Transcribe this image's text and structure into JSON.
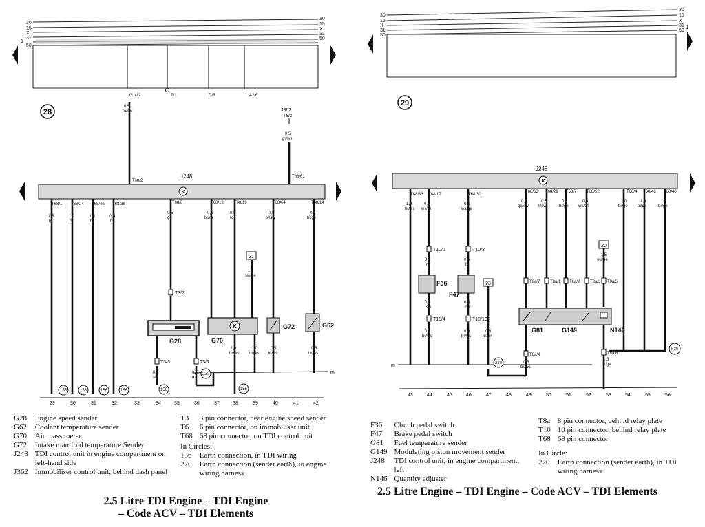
{
  "left": {
    "diagram_no": "28",
    "bus_labels_left": [
      "30",
      "15",
      "X",
      "31",
      "1",
      "50"
    ],
    "bus_labels_right": [
      "30",
      "15",
      "X",
      "31",
      "50"
    ],
    "top_connectors": [
      "G1/12",
      "T/1",
      "D/5",
      "A2/6"
    ],
    "feed_wire": {
      "size": "0,5",
      "color": "ro/sw",
      "pin": "T68/2"
    },
    "immobiliser": {
      "code": "J362",
      "pin": "T6/2",
      "size": "0,5",
      "color": "gr/ws",
      "pin_bottom": "T68/61"
    },
    "unit_code": "J248",
    "unit_symbol": "K",
    "pins": [
      "T68/1",
      "T68/24",
      "T68/46",
      "T68/38",
      "T68/8",
      "T68/13",
      "T68/19",
      "T68/64",
      "T68/14"
    ],
    "wire_sizes": [
      "1,5",
      "1,0",
      "1,0",
      "0,5",
      "0,5",
      "0,5",
      "0,5",
      "0,5",
      "0,5"
    ],
    "wire_colors": [
      "br",
      "br",
      "br",
      "br",
      "gn",
      "br/ro",
      "ro",
      "bl/sw",
      "bl/ge"
    ],
    "component_g28": "G28",
    "component_g70": "G70",
    "component_g72": "G72",
    "component_g62": "G62",
    "connector_t3_2": "T3/2",
    "connector_t3_3": "T3/3",
    "connector_t3_1": "T3/1",
    "box_21": "21",
    "sub_wires": {
      "w21": {
        "size": "1,0",
        "color": "sw/ge"
      },
      "w_t33": {
        "size": "0,5",
        "color": "sw"
      },
      "w_t31": {
        "size": "0,5",
        "color": "ro"
      },
      "w_g70": {
        "size": "1,0",
        "color": "br/ws"
      },
      "w_g70b": {
        "size": "1,0",
        "color": "br/ws"
      },
      "w_g72": {
        "size": "0,5",
        "color": "br/ws"
      },
      "w_g62": {
        "size": "0,5",
        "color": "br/ws"
      }
    },
    "earth_circles": [
      "156",
      "156",
      "156",
      "156",
      "156",
      "156",
      "220"
    ],
    "earth_bus_label": "m",
    "track_numbers": [
      "29",
      "30",
      "31",
      "32",
      "33",
      "34",
      "35",
      "36",
      "37",
      "38",
      "39",
      "40",
      "41",
      "42"
    ],
    "legend_col1": [
      {
        "code": "G28",
        "text": "Engine speed sender"
      },
      {
        "code": "G62",
        "text": "Coolant temperature sender"
      },
      {
        "code": "G70",
        "text": "Air mass meter"
      },
      {
        "code": "G72",
        "text": "Intake manifold temperature Sender"
      },
      {
        "code": "J248",
        "text": "TDI control unit in engine compartment on left-hand side"
      },
      {
        "code": "J362",
        "text": "Immobiliser control unit, behind dash panel"
      }
    ],
    "legend_col2": [
      {
        "code": "T3",
        "text": "3 pin connector, near engine speed sender"
      },
      {
        "code": "T6",
        "text": "6 pin connector, on immobiliser unit"
      },
      {
        "code": "T68",
        "text": "68 pin connector, on TDI control unit"
      }
    ],
    "legend_circles_heading": "In Circles:",
    "legend_circles": [
      {
        "code": "156",
        "text": "Earth connection, in TDI wiring"
      },
      {
        "code": "220",
        "text": "Earth connection (sender earth), in engine wiring harness"
      }
    ],
    "title_line1": "2.5 Litre TDI Engine – TDI Engine",
    "title_line2": "– Code ACV – TDI Elements"
  },
  "right": {
    "diagram_no": "29",
    "bus_labels_left": [
      "30",
      "15",
      "X",
      "31",
      "50"
    ],
    "bus_labels_right": [
      "30",
      "15",
      "X",
      "31",
      "50"
    ],
    "bus_marker": "1",
    "unit_code": "J248",
    "unit_symbol": "K",
    "pins": [
      "T68/33",
      "T68/17",
      "T68/30",
      "T68/63",
      "T68/29",
      "T68/7",
      "T68/52",
      "T68/4",
      "T68/48",
      "T68/40"
    ],
    "wire_sizes": [
      "1,0",
      "0,5",
      "0,5",
      "0,5",
      "0,5",
      "0,5",
      "0,5",
      "1,0",
      "1,0",
      "1,0"
    ],
    "wire_colors": [
      "br/ws",
      "ws/ro",
      "ws/ge",
      "ge/sw",
      "li/sw",
      "br/ge",
      "ws/gn",
      "br/ge",
      "bl/ge",
      "br/ge"
    ],
    "connector_t10_2": "T10/2",
    "connector_t10_3": "T10/3",
    "connector_t10_4": "T10/4",
    "connector_t10_10": "T10/10",
    "f36_wire_top": {
      "size": "0,5",
      "color": "ro"
    },
    "f47_wire_top": {
      "size": "0,5",
      "color": "bl"
    },
    "f36_wire_mid": {
      "size": "0,5",
      "color": "sw"
    },
    "f47_wire_mid": {
      "size": "0,5",
      "color": "sw"
    },
    "f36_wire_bot": {
      "size": "0,5",
      "color": "br/ws"
    },
    "f47_wire_bot": {
      "size": "0,5",
      "color": "br/ws"
    },
    "w23": {
      "size": "0,5",
      "color": "br/ws"
    },
    "component_f36": "F36",
    "component_f47": "F47",
    "component_g81": "G81",
    "component_g149": "G149",
    "component_n146": "N146",
    "box_23": "23",
    "box_20": "20",
    "w20": {
      "size": "1,5",
      "color": "sw/ge"
    },
    "t8a_labels": [
      "T8a/7",
      "T8a/1",
      "T8a/2",
      "T8a/3",
      "T8a/5"
    ],
    "connector_t8a_4": "T8a/4",
    "connector_t8a_6": "T8a/6",
    "w_t8a4": {
      "size": "0,5",
      "color": "br/ws"
    },
    "w_t8a6": {
      "size": "1,5",
      "color": "br/ge"
    },
    "earth_circle": "220",
    "f26": "F26",
    "earth_bus_label": "m",
    "track_numbers": [
      "43",
      "44",
      "45",
      "46",
      "47",
      "48",
      "49",
      "50",
      "51",
      "52",
      "53",
      "54",
      "55",
      "56"
    ],
    "legend_col1": [
      {
        "code": "F36",
        "text": "Clutch pedal switch"
      },
      {
        "code": "F47",
        "text": "Brake pedal switch"
      },
      {
        "code": "G81",
        "text": "Fuel temperature sender"
      },
      {
        "code": "G149",
        "text": "Modulating piston movement sender"
      },
      {
        "code": "J248",
        "text": "TDI control unit, in engine compartment, left"
      },
      {
        "code": "N146",
        "text": "Quantity adjuster"
      }
    ],
    "legend_col2": [
      {
        "code": "T8a",
        "text": "8 pin connector, behind relay plate"
      },
      {
        "code": "T10",
        "text": "10 pin connector, behind relay plate"
      },
      {
        "code": "T68",
        "text": "68 pin connector"
      }
    ],
    "legend_circles_heading": "In Circle:",
    "legend_circles": [
      {
        "code": "220",
        "text": "Earth connection (sender earth), in TDI wiring harness"
      }
    ],
    "title_line1": "2.5 Litre Engine – TDI Engine – Code ACV – TDI Elements"
  }
}
